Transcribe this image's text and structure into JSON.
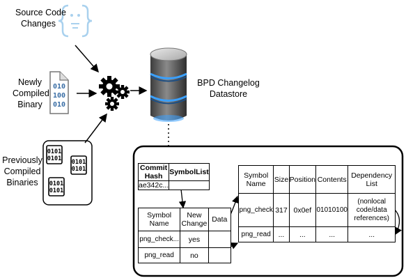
{
  "labels": {
    "source_code": [
      "Source Code",
      "Changes"
    ],
    "newly_compiled": [
      "Newly",
      "Compiled",
      "Binary"
    ],
    "previously_compiled": [
      "Previously",
      "Compiled",
      "Binaries"
    ],
    "datastore": [
      "BPD Changelog",
      "Datastore"
    ]
  },
  "binary_icon_text": [
    "010",
    "100",
    "010"
  ],
  "binary_block_text": [
    "0101",
    "0101"
  ],
  "commit_table": {
    "headers": [
      "Commit Hash",
      "SymbolList"
    ],
    "rows": [
      [
        "ae342c...",
        ""
      ]
    ]
  },
  "symbol_table": {
    "headers": [
      "Symbol Name",
      "New Change",
      "Data"
    ],
    "rows": [
      [
        "png_check...",
        "yes",
        ""
      ],
      [
        "png_read",
        "no",
        ""
      ]
    ]
  },
  "data_table": {
    "headers": [
      "Symbol Name",
      "Size",
      "Position",
      "Contents",
      "Dependency List"
    ],
    "rows": [
      [
        "png_check",
        "317",
        "0x0ef",
        "01010100",
        "(nonlocal code/data references)"
      ],
      [
        "png_read",
        "...",
        "...",
        "...",
        "..."
      ]
    ]
  },
  "colors": {
    "code_icon": "#a9d1ee",
    "binary_icon": "#3a6ea5",
    "db_top": "#cfcfcf",
    "db_body": "#5a5a5a",
    "db_glow": "#3aa0ff"
  }
}
